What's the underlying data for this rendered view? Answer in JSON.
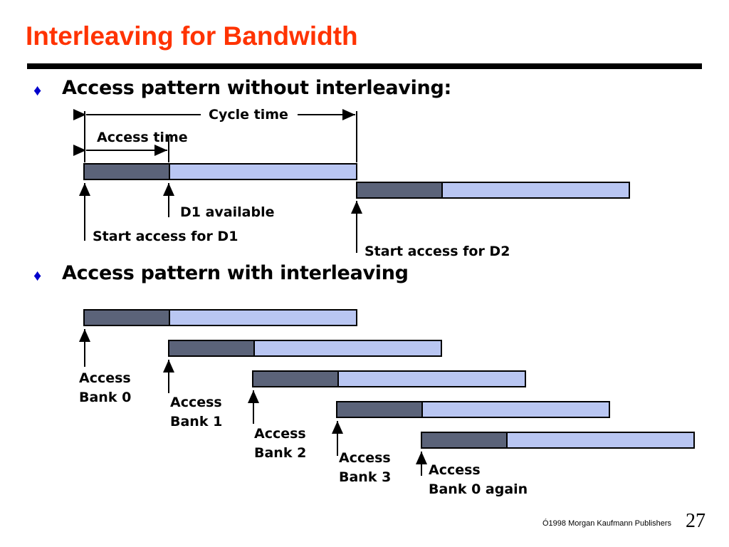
{
  "slide": {
    "title": "Interleaving for Bandwidth",
    "footer": "Ó1998 Morgan Kaufmann Publishers",
    "page_number": "27"
  },
  "section_without": {
    "heading": "Access pattern without interleaving:",
    "cycle_time_label": "Cycle time",
    "access_time_label": "Access time",
    "d1_available": "D1 available",
    "start_d1": "Start access for D1",
    "start_d2": "Start access for D2"
  },
  "section_with": {
    "heading": "Access pattern with interleaving",
    "banks": [
      {
        "line1": "Access",
        "line2": "Bank 0"
      },
      {
        "line1": "Access",
        "line2": "Bank 1"
      },
      {
        "line1": "Access",
        "line2": "Bank 2"
      },
      {
        "line1": "Access",
        "line2": "Bank 3"
      },
      {
        "line1": "Access",
        "line2": "Bank 0 again"
      }
    ]
  },
  "colors": {
    "title": "#ff3300",
    "bullet": "#0000cc",
    "access_phase": "#5b6379",
    "cycle_phase": "#b9c6f2"
  }
}
